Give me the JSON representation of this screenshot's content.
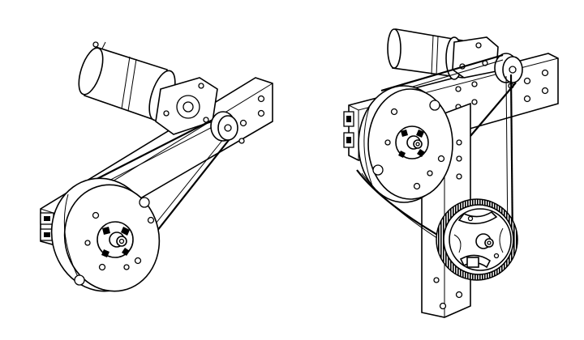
{
  "figure": {
    "assemblies": [
      {
        "name": "single-stage-belt-drive",
        "components": [
          "motor",
          "motor-mount",
          "drive-pulley",
          "timing-belt",
          "driven-pulley",
          "hub",
          "extrusion-rail"
        ]
      },
      {
        "name": "two-stage-belt-drive",
        "components": [
          "motor",
          "motor-mount",
          "drive-pulley",
          "timing-belt",
          "large-pulley",
          "hub",
          "extrusion-rail",
          "vertical-plate",
          "gear",
          "second-belt"
        ]
      }
    ],
    "colors": {
      "line": "#000000",
      "fill": "#ffffff"
    }
  }
}
